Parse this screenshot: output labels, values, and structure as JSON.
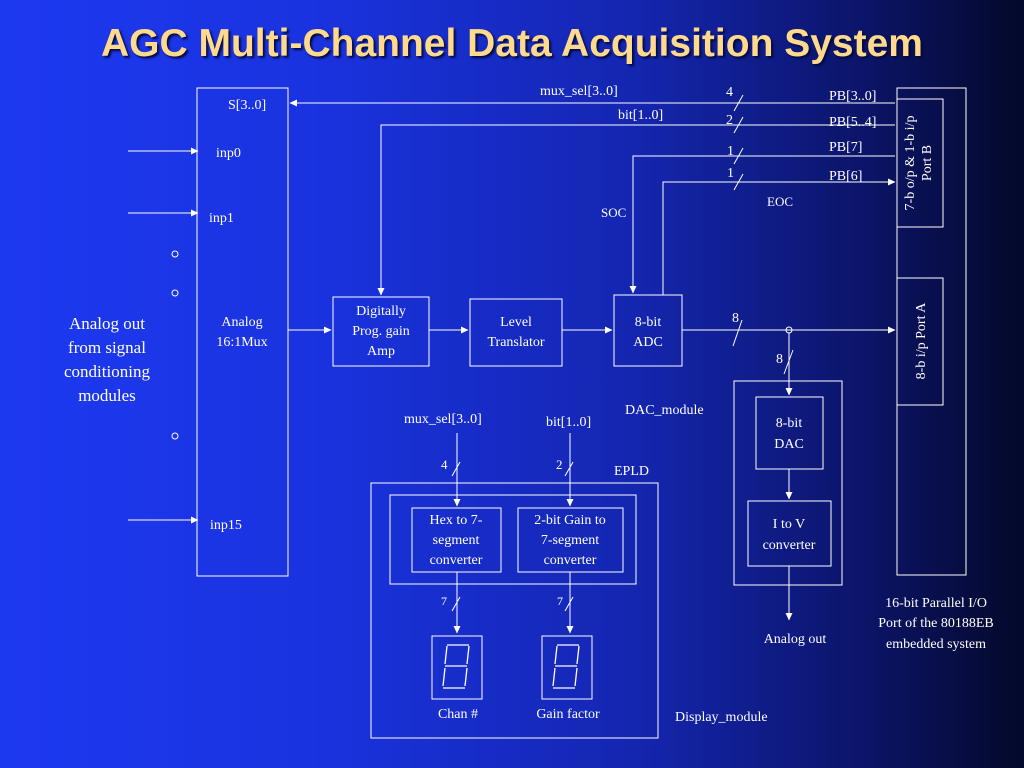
{
  "title": "AGC Multi-Channel Data Acquisition System",
  "mux": {
    "select_label": "S[3..0]",
    "inputs": [
      "inp0",
      "inp1",
      "inp15"
    ],
    "name_line1": "Analog",
    "name_line2": "16:1Mux"
  },
  "analog_source": [
    "Analog out",
    "from signal",
    "conditioning",
    "modules"
  ],
  "gain_amp": [
    "Digitally",
    "Prog. gain",
    "Amp"
  ],
  "level_translator": [
    "Level",
    "Translator"
  ],
  "adc": [
    "8-bit",
    "ADC"
  ],
  "dac": [
    "8-bit",
    "DAC"
  ],
  "i_to_v": [
    "I to V",
    "converter"
  ],
  "hex_converter": [
    "Hex to 7-",
    "segment",
    "converter"
  ],
  "gain_converter": [
    "2-bit Gain to",
    "7-segment",
    "converter"
  ],
  "signals": {
    "mux_sel": "mux_sel[3..0]",
    "bit": "bit[1..0]",
    "soc": "SOC",
    "eoc": "EOC",
    "pb30": "PB[3..0]",
    "pb54": "PB[5..4]",
    "pb7": "PB[7]",
    "pb6": "PB[6]",
    "mux_sel_lower": "mux_sel[3..0]",
    "bit_lower": "bit[1..0]"
  },
  "bus_widths": {
    "mux_sel": "4",
    "bit": "2",
    "soc": "1",
    "eoc": "1",
    "adc_out": "8",
    "dac_in": "8",
    "disp_mux": "4",
    "disp_bit": "2",
    "seg_left": "7",
    "seg_right": "7"
  },
  "port_b": [
    "7-b o/p & 1-b i/p",
    "Port B"
  ],
  "port_a": "8-b i/p Port A",
  "port_caption": [
    "16-bit Parallel I/O",
    "Port of the 80188EB",
    "embedded system"
  ],
  "module_labels": {
    "dac_module": "DAC_module",
    "epld": "EPLD",
    "display_module": "Display_module"
  },
  "analog_out": "Analog out",
  "display_labels": {
    "chan": "Chan #",
    "gain": "Gain factor"
  },
  "colors": {
    "title": "#ffd98c",
    "lines": "#ffffff",
    "background_left": "#1d39f0",
    "background_right": "#040829"
  }
}
